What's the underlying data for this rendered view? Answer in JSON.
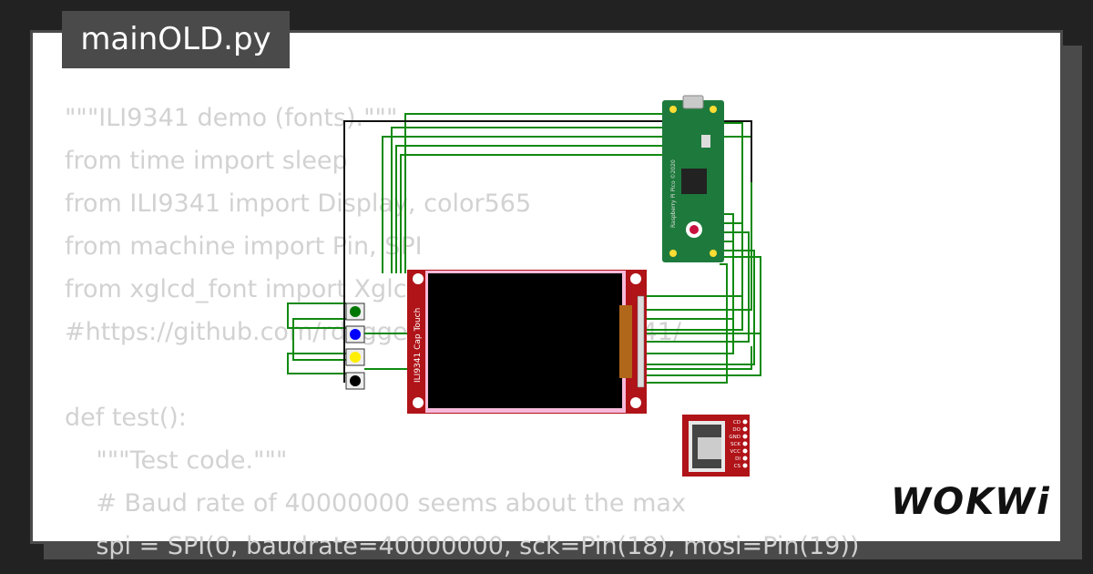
{
  "title": "mainOLD.py",
  "code_lines": [
    "\"\"\"ILI9341 demo (fonts).\"\"\"",
    "from time import sleep",
    "from ILI9341 import Display, color565",
    "from machine import Pin, SPI",
    "from xglcd_font import XglcdFont",
    "#https://github.com/rdagger/micropython-ili9341/",
    "",
    "def test():",
    "    \"\"\"Test code.\"\"\"",
    "    # Baud rate of 40000000 seems about the max",
    "    spi = SPI(0, baudrate=40000000, sck=Pin(18), mosi=Pin(19))"
  ],
  "display_label": "ILI9341 Cap Touch",
  "pico_label": "Raspberry Pi Pico ©2020",
  "sd_pins": [
    "CD",
    "DO",
    "GND",
    "SCK",
    "VCC",
    "DI",
    "CS"
  ],
  "buttons": [
    {
      "color": "#007700"
    },
    {
      "color": "#0000ff"
    },
    {
      "color": "#ffee00"
    },
    {
      "color": "#000000"
    }
  ],
  "brand": "WOKWi",
  "colors": {
    "background": "#222222",
    "card": "#ffffff",
    "title_tab": "#4a4a4a",
    "code_text": "#d2d2d2",
    "wire": "#108a10",
    "pico_green": "#1e7a3c",
    "display_red": "#b01318"
  }
}
